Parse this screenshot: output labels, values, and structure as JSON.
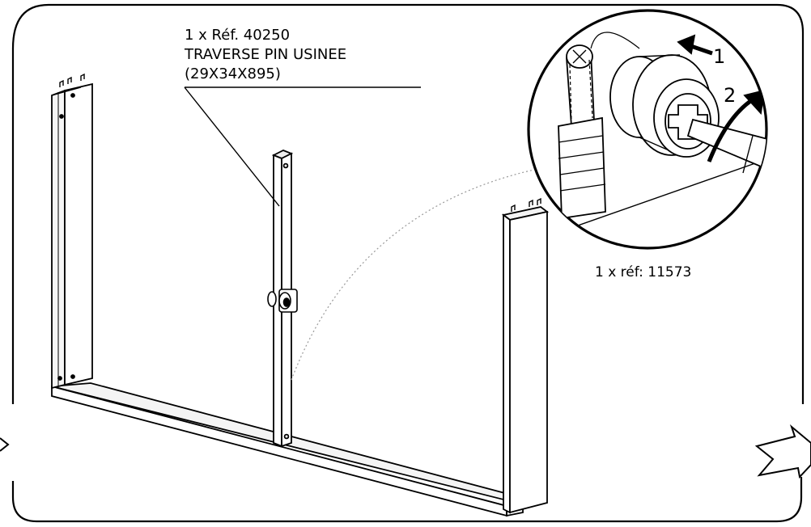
{
  "part_callout": {
    "line1": "1 x Réf. 40250",
    "line2": "TRAVERSE PIN USINEE",
    "line3": "(29X34X895)"
  },
  "detail": {
    "step1": "1",
    "step2": "2",
    "ref": "1 x réf: 11573"
  },
  "colors": {
    "line": "#000000",
    "background": "#ffffff",
    "panel_fill": "#ffffff"
  }
}
